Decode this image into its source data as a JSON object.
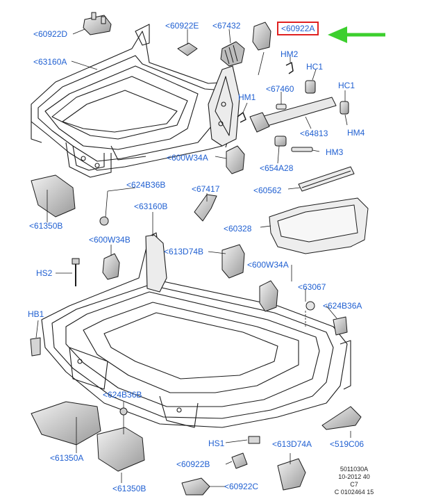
{
  "callouts": {
    "c60922D": "<60922D",
    "c60922E": "<60922E",
    "c67432": "<67432",
    "c60922A": "<60922A",
    "c63160A_top": "<63160A",
    "cHM2": "HM2",
    "cHC1_left": "HC1",
    "cHC1_right": "HC1",
    "c67460": "<67460",
    "cHM1": "HM1",
    "c64813": "<64813",
    "cHM4": "HM4",
    "cHM3": "HM3",
    "c600W34A_top": "<600W34A",
    "c654A28": "<654A28",
    "c624B36B_top": "<624B36B",
    "c67417": "<67417",
    "c60562": "<60562",
    "c61350B_top": "<61350B",
    "c63160B": "<63160B",
    "c60328": "<60328",
    "c600W34B": "<600W34B",
    "c613D74B": "<613D74B",
    "cHS2": "HS2",
    "c600W34A_mid": "<600W34A",
    "c63067": "<63067",
    "c624B36A": "<624B36A",
    "cHB1": "HB1",
    "c624B36B_bot": "<624B36B",
    "c61350A": "<61350A",
    "cHS1": "HS1",
    "c613D74A": "<613D74A",
    "c519C06": "<519C06",
    "c60922B": "<60922B",
    "c61350B_bot": "<61350B",
    "c60922C": "<60922C"
  },
  "reference": {
    "line1": "5011030A",
    "line2": "10-2012 40",
    "line3": "C7",
    "line4": "C 0102464 15"
  },
  "colors": {
    "callout": "#1f5fd1",
    "highlight_box": "#e02020",
    "arrow": "#3ccf2e",
    "line": "#1a1a1a",
    "shade": "#c9c9c9"
  }
}
